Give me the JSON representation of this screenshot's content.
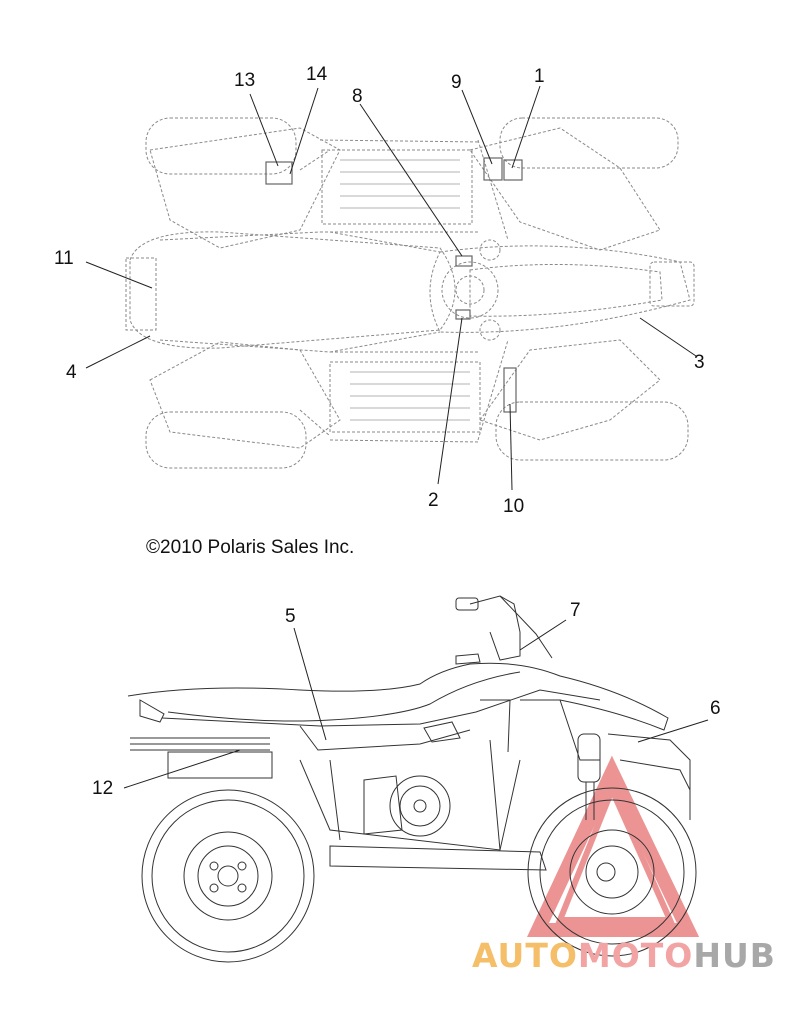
{
  "callouts": {
    "c1": "1",
    "c2": "2",
    "c3": "3",
    "c4": "4",
    "c5": "5",
    "c6": "6",
    "c7": "7",
    "c8": "8",
    "c9": "9",
    "c10": "10",
    "c11": "11",
    "c12": "12",
    "c13": "13",
    "c14": "14"
  },
  "copyright": "©2010 Polaris Sales Inc.",
  "watermark": {
    "part1": "AUTO",
    "part2": "MOTO",
    "part3": "HUB",
    "colors": {
      "auto": "#f5bf6a",
      "moto": "#f2a3a3",
      "hub": "#a8a8a8",
      "triangle": "#e87a7a"
    }
  },
  "line_color": "#7a7a7a"
}
